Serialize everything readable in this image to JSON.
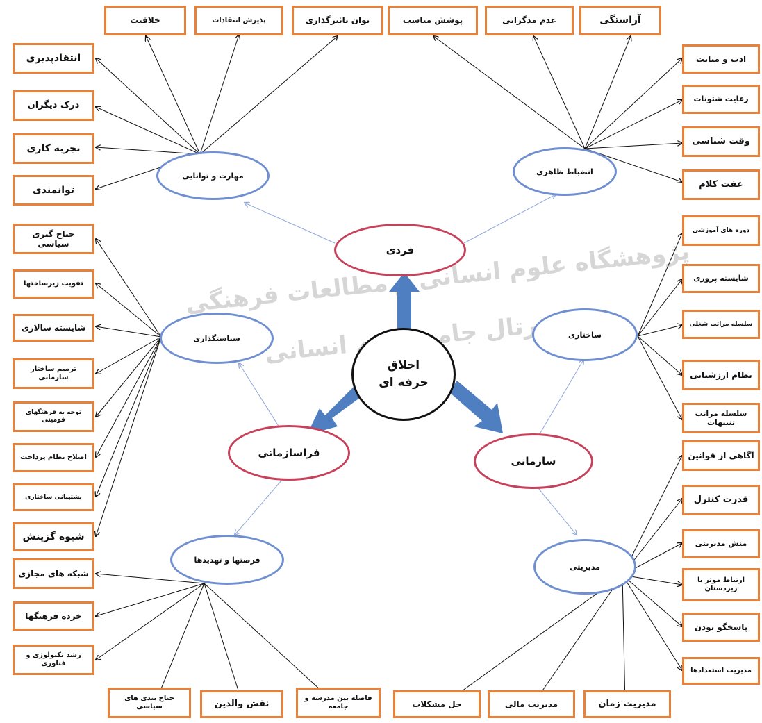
{
  "center": {
    "line1": "اخلاق",
    "line2": "حرفه ای"
  },
  "main": {
    "fardi": "فردی",
    "sazmani": "سازمانی",
    "farasazmani": "فراسازمانی"
  },
  "sub": {
    "maharat": "مهارت و توانایی",
    "enzebat": "انضباط ظاهری",
    "siasatgozari": "سیاستگذاری",
    "sakhtari": "ساختاری",
    "modiriati": "مدیریتی",
    "forsatha": "فرصتها و تهدیدها"
  },
  "boxes": {
    "top": [
      "خلاقیت",
      "پذیرش انتقادات",
      "توان تاثیرگذاری",
      "پوشش مناسب",
      "عدم مدگرایی",
      "آراستگی"
    ],
    "left_skill": [
      "انتقادپذیری",
      "درک دیگران",
      "تجربه کاری",
      "توانمندی"
    ],
    "right_appearance": [
      "ادب و متانت",
      "رعایت شئونات",
      "وقت شناسی",
      "عفت کلام"
    ],
    "left_policy": [
      "جناح گیری سیاسی",
      "تقویت زیرساختها",
      "شایسته سالاری",
      "ترمیم ساختار سازمانی",
      "توجه به فرهنگهای قومیتی",
      "اصلاح نظام پرداخت",
      "پشتیبانی ساختاری",
      "شیوه گزینش"
    ],
    "right_structure": [
      "دوره های آموزشی",
      "شایسته پروری",
      "سلسله مراتب شغلی",
      "نظام ارزشیابی",
      "سلسله مراتب تنبیهات"
    ],
    "right_management": [
      "آگاهی از قوانین",
      "قدرت کنترل",
      "منش مدیریتی",
      "ارتباط موثر با زیردستان",
      "پاسخگو بودن",
      "مدیریت استعدادها"
    ],
    "left_threats": [
      "شبکه های مجازی",
      "خرده فرهنگها",
      "رشد تکنولوژی و فناوری"
    ],
    "bottom": [
      "جناح بندی های سیاسی",
      "نقش والدین",
      "فاصله بین مدرسه و جامعه",
      "حل مشکلات",
      "مدیریت مالی",
      "مدیریت زمان"
    ]
  },
  "watermark": {
    "line1": "پژوهشگاه علوم انسانی و مطالعات فرهنگی",
    "line2": "پرتال جامع علوم انسانی"
  },
  "colors": {
    "box_border": "#e8823a",
    "sub_ellipse_border": "#6f8fd0",
    "main_ellipse_border": "#c8415a",
    "center_border": "#111111",
    "thick_arrow": "#4f7fc0"
  }
}
